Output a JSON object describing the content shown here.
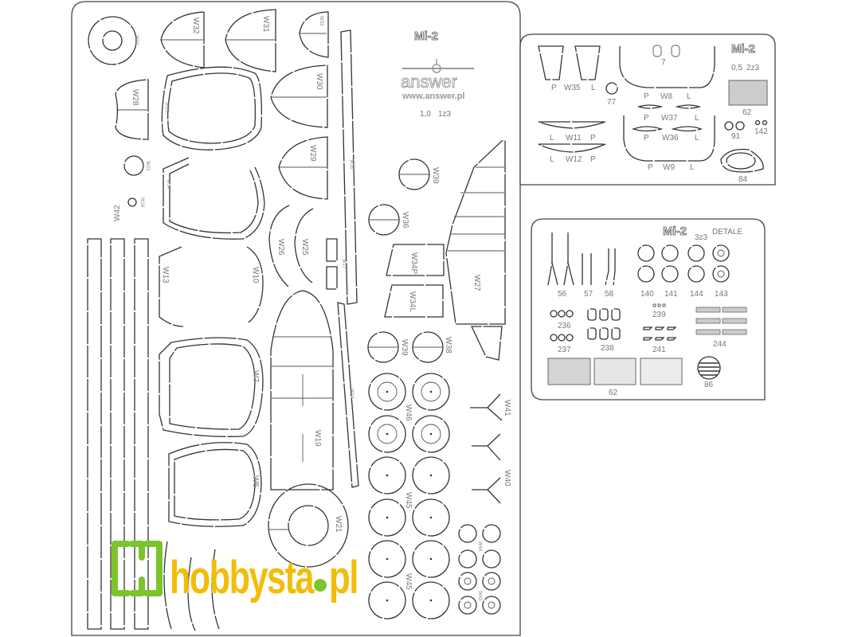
{
  "image": {
    "subject": "Photo-etched detail set for Mi-2 helicopter model",
    "main_fret": {
      "title": "Mi-2",
      "brand": "answer",
      "brand_url": "www.answer.pl",
      "thickness": "1,0",
      "scale": "1z3",
      "labels": {
        "w22": "W22",
        "w32": "W32",
        "w31": "W31",
        "w33": "W33",
        "w28": "W28",
        "w15": "W15",
        "w30": "W30",
        "w23": "W23",
        "w14": "W14",
        "w29": "W29",
        "w16": "W16",
        "w24": "W24",
        "w42": "W42",
        "w26": "W26",
        "w25": "W25",
        "w17": "W17",
        "w13": "W13",
        "w10": "W10",
        "w39a": "W39",
        "w36": "W36",
        "w34p": "W34P",
        "w34l": "W34L",
        "w27": "W27",
        "w7": "W7",
        "w19": "W19",
        "w18": "W18",
        "w39b": "W39",
        "w38": "W38",
        "w46": "W46",
        "w41": "W41",
        "w40": "W40",
        "w6": "W6",
        "w21": "W21",
        "w45a": "W45",
        "w45b": "W45",
        "w44": "W44",
        "w43": "W43"
      }
    },
    "fret2": {
      "title": "Mi-2",
      "thickness": "0,5",
      "scale": "2z3",
      "labels": {
        "w35": "W35",
        "p1": "P",
        "l1": "L",
        "n7": "7",
        "w8": "W8",
        "p2": "P",
        "l2": "L",
        "n77": "77",
        "n62": "62",
        "w37": "W37",
        "p3": "P",
        "l3": "L",
        "w11": "W11",
        "l4": "L",
        "p4": "P",
        "w36": "W36",
        "p5": "P",
        "l5": "L",
        "n91": "91",
        "n142": "142",
        "w12": "W12",
        "l6": "L",
        "p6": "P",
        "w9": "W9",
        "p7": "P",
        "l7": "L",
        "n84": "84"
      }
    },
    "fret3": {
      "title": "Mi-2",
      "scale": "3z3",
      "subtitle": "DETALE",
      "labels": {
        "n56": "56",
        "n57": "57",
        "n58": "58",
        "n140": "140",
        "n141": "141",
        "n144": "144",
        "n143": "143",
        "n236": "236",
        "n239": "239",
        "n237": "237",
        "n238": "238",
        "n241": "241",
        "n244": "244",
        "n62": "62",
        "n86": "86"
      }
    },
    "watermark": {
      "text": "hobbysta",
      "dot_suffix": "pl",
      "text_color": "#f2bd0a",
      "logo_color": "#7cc42a"
    }
  }
}
